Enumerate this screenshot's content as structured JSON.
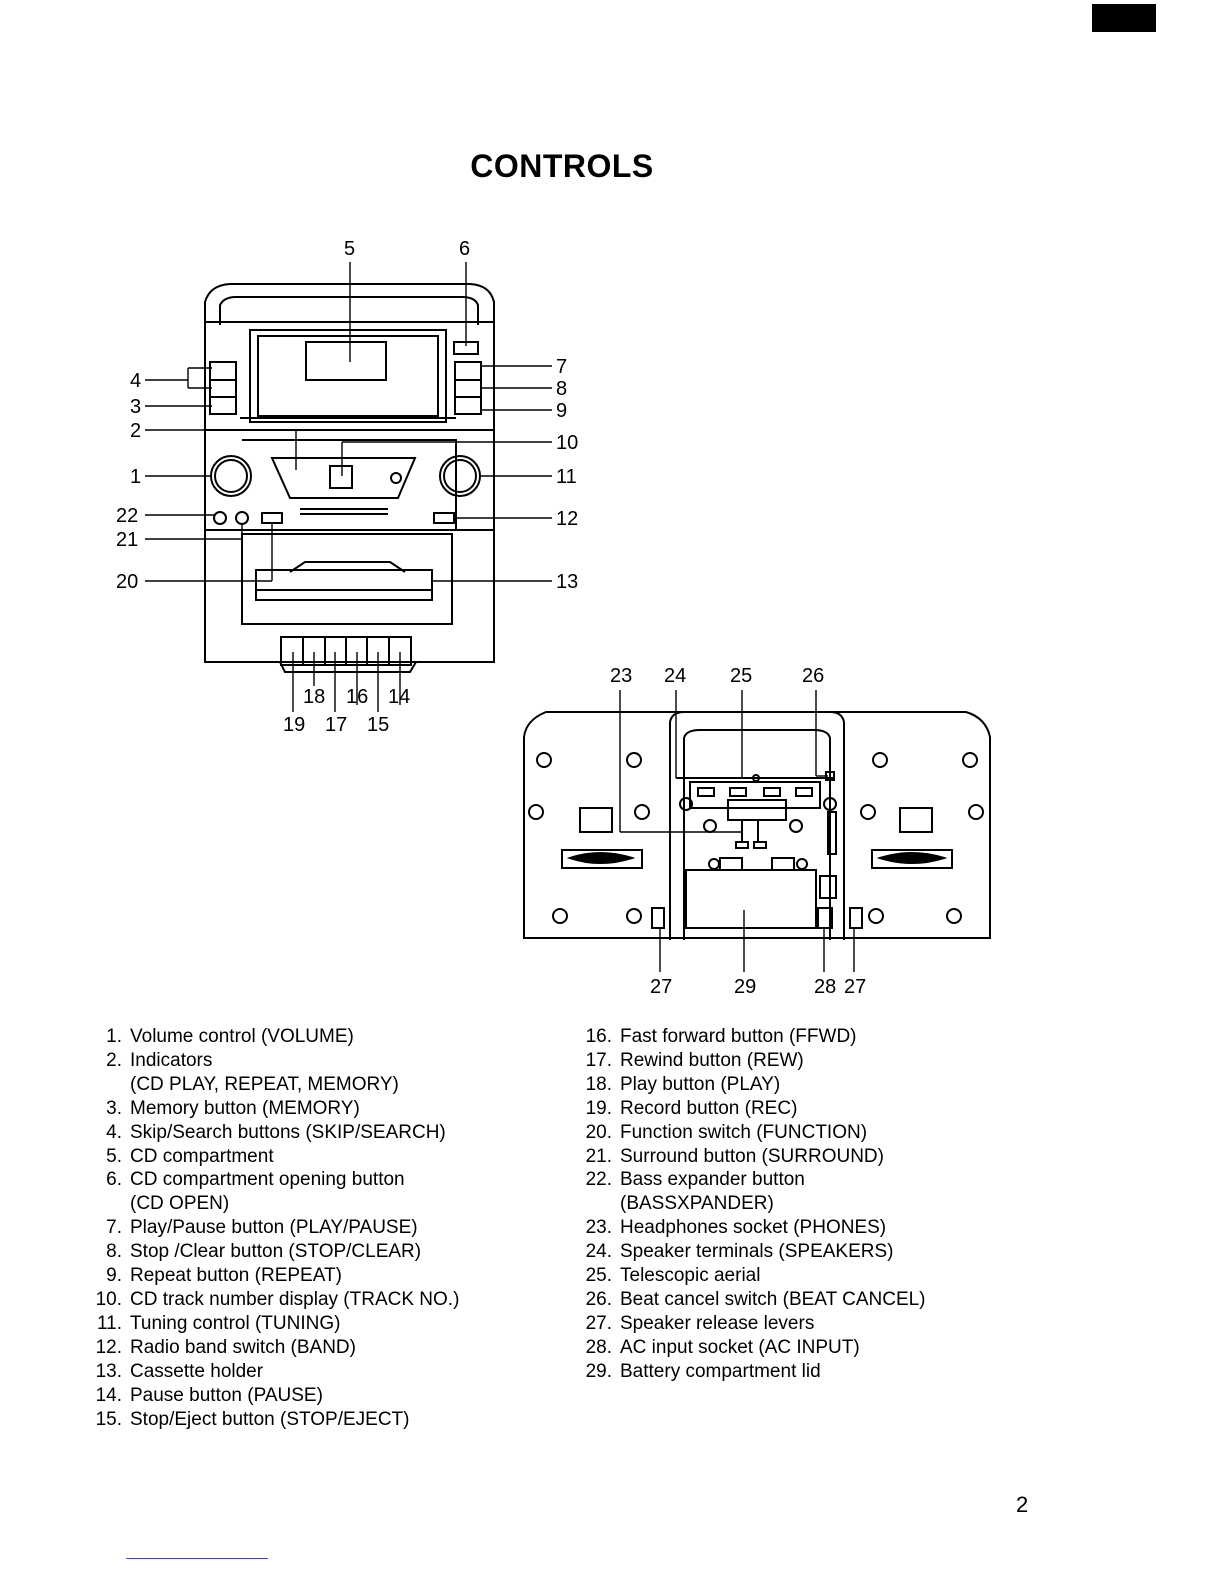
{
  "title": "CONTROLS",
  "page_number": "2",
  "diagram_labels": {
    "n1": "1",
    "n2": "2",
    "n3": "3",
    "n4": "4",
    "n5": "5",
    "n6": "6",
    "n7": "7",
    "n8": "8",
    "n9": "9",
    "n10": "10",
    "n11": "11",
    "n12": "12",
    "n13": "13",
    "n14": "14",
    "n15": "15",
    "n16": "16",
    "n17": "17",
    "n18": "18",
    "n19": "19",
    "n20": "20",
    "n21": "21",
    "n22": "22",
    "n23": "23",
    "n24": "24",
    "n25": "25",
    "n26": "26",
    "n27": "27",
    "n28": "28",
    "n29": "29"
  },
  "controls_left": [
    {
      "num": "1.",
      "text": "Volume control (VOLUME)"
    },
    {
      "num": "2.",
      "text": "Indicators"
    },
    {
      "num": "",
      "text": "(CD PLAY, REPEAT, MEMORY)"
    },
    {
      "num": "3.",
      "text": "Memory button (MEMORY)"
    },
    {
      "num": "4.",
      "text": "Skip/Search buttons (SKIP/SEARCH)"
    },
    {
      "num": "5.",
      "text": "CD compartment"
    },
    {
      "num": "6.",
      "text": "CD compartment opening button"
    },
    {
      "num": "",
      "text": "(CD OPEN)"
    },
    {
      "num": "7.",
      "text": "Play/Pause button (PLAY/PAUSE)"
    },
    {
      "num": "8.",
      "text": "Stop /Clear button (STOP/CLEAR)"
    },
    {
      "num": "9.",
      "text": "Repeat button (REPEAT)"
    },
    {
      "num": "10.",
      "text": "CD track number display (TRACK NO.)"
    },
    {
      "num": "11.",
      "text": "Tuning control (TUNING)"
    },
    {
      "num": "12.",
      "text": "Radio band switch (BAND)"
    },
    {
      "num": "13.",
      "text": "Cassette holder"
    },
    {
      "num": "14.",
      "text": "Pause button (PAUSE)"
    },
    {
      "num": "15.",
      "text": "Stop/Eject button (STOP/EJECT)"
    }
  ],
  "controls_right": [
    {
      "num": "16.",
      "text": "Fast forward button (FFWD)"
    },
    {
      "num": "17.",
      "text": "Rewind button (REW)"
    },
    {
      "num": "18.",
      "text": "Play button (PLAY)"
    },
    {
      "num": "19.",
      "text": "Record button (REC)"
    },
    {
      "num": "20.",
      "text": "Function switch (FUNCTION)"
    },
    {
      "num": "21.",
      "text": "Surround button (SURROUND)"
    },
    {
      "num": "22.",
      "text": "Bass expander button"
    },
    {
      "num": "",
      "text": "(BASSXPANDER)"
    },
    {
      "num": "23.",
      "text": "Headphones socket (PHONES)"
    },
    {
      "num": "24.",
      "text": "Speaker terminals (SPEAKERS)"
    },
    {
      "num": "25.",
      "text": "Telescopic aerial"
    },
    {
      "num": "26.",
      "text": "Beat cancel switch (BEAT CANCEL)"
    },
    {
      "num": "27.",
      "text": "Speaker release levers"
    },
    {
      "num": "28.",
      "text": "AC input socket (AC INPUT)"
    },
    {
      "num": "29.",
      "text": "Battery compartment lid"
    }
  ]
}
